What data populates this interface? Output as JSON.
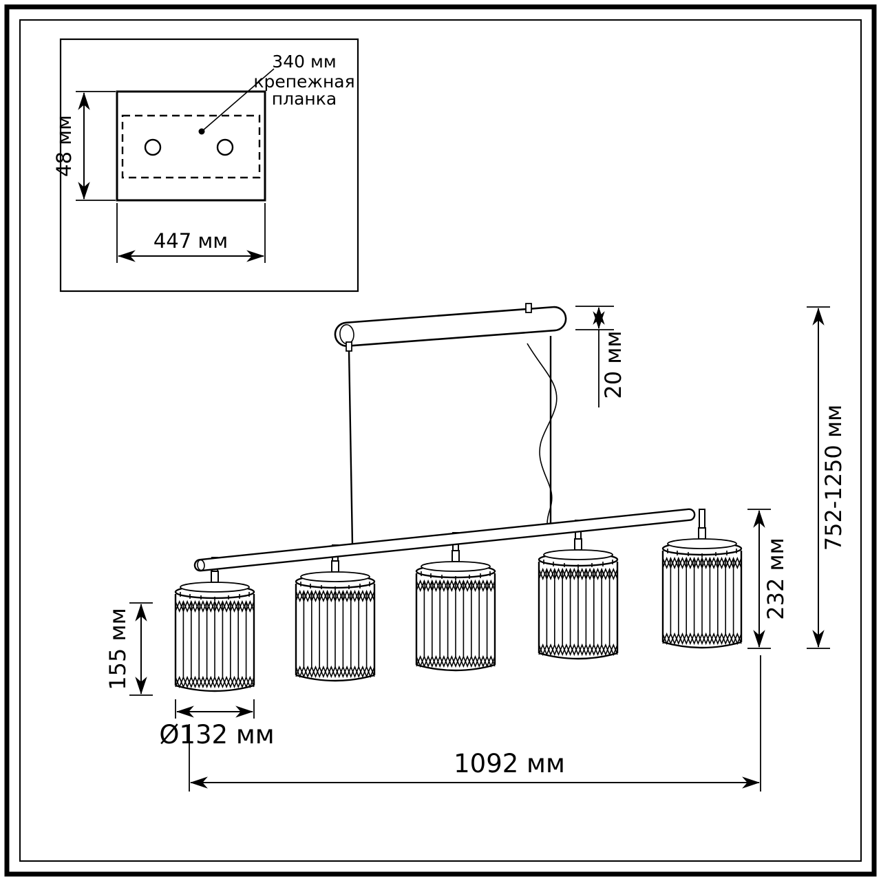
{
  "inset": {
    "bracket_length": "340 мм",
    "bracket_name_line1": "крепежная",
    "bracket_name_line2": "планка",
    "plate_height": "48 мм",
    "plate_width": "447 мм"
  },
  "fixture": {
    "canopy_height": "20 мм",
    "overall_height": "752-1250 мм",
    "drop_height": "232 мм",
    "shade_height": "155 мм",
    "shade_diameter": "Ø132 мм",
    "total_width": "1092 мм"
  },
  "colors": {
    "line": "#000000",
    "background": "#ffffff"
  }
}
